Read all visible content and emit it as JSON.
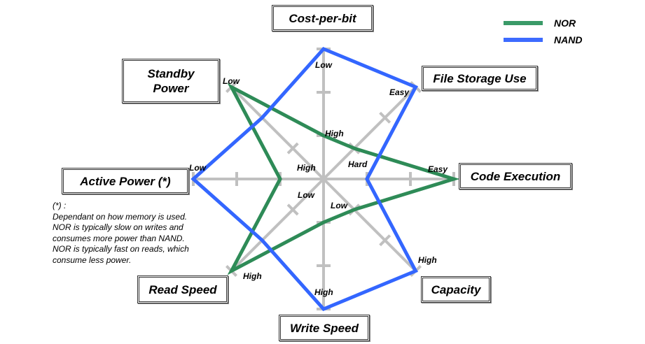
{
  "chart_data": {
    "type": "radar",
    "title": "",
    "scale": {
      "min": 0,
      "max": 3,
      "ticks": [
        1,
        2,
        3
      ]
    },
    "axes": [
      {
        "name": "Cost-per-bit",
        "outer_label": "Low",
        "inner_label": "High"
      },
      {
        "name": "File Storage Use",
        "outer_label": "Easy",
        "inner_label": "Hard"
      },
      {
        "name": "Code Execution",
        "outer_label": "Easy",
        "inner_label": ""
      },
      {
        "name": "Capacity",
        "outer_label": "High",
        "inner_label": "Low"
      },
      {
        "name": "Write Speed",
        "outer_label": "High",
        "inner_label": ""
      },
      {
        "name": "Read Speed",
        "outer_label": "High",
        "inner_label": "Low"
      },
      {
        "name": "Active Power (*)",
        "outer_label": "Low",
        "inner_label": "High"
      },
      {
        "name": "Standby Power",
        "outer_label": "Low",
        "inner_label": ""
      }
    ],
    "series": [
      {
        "name": "NOR",
        "color": "#2e8b57",
        "values": [
          1,
          1,
          3,
          1,
          1,
          3,
          1,
          3
        ]
      },
      {
        "name": "NAND",
        "color": "#3366ff",
        "values": [
          3,
          3,
          1,
          3,
          3,
          2,
          3,
          2
        ]
      }
    ],
    "legend": {
      "position": "top-right"
    },
    "grid_color": "#c0c0c0"
  },
  "axis_titles": {
    "cost": "Cost-per-bit",
    "file": "File Storage Use",
    "code": "Code Execution",
    "capacity": "Capacity",
    "write": "Write Speed",
    "read": "Read Speed",
    "active": "Active Power (*)",
    "standby_line1": "Standby",
    "standby_line2": "Power"
  },
  "legend": {
    "nor": "NOR",
    "nand": "NAND"
  },
  "footnote": {
    "marker": "(*) :",
    "lines": [
      "Dependant on how memory is used.",
      "NOR is typically slow on writes and",
      "consumes more power than NAND.",
      "NOR is typically fast on reads, which",
      "consume less power."
    ]
  }
}
